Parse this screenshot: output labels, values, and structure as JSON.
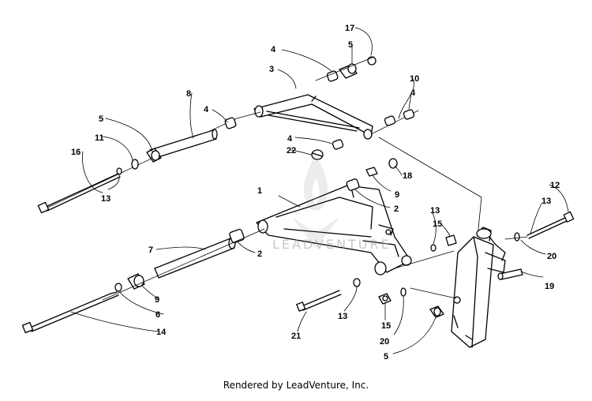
{
  "diagram": {
    "parts": [
      "1",
      "2",
      "2",
      "3",
      "4",
      "4",
      "4",
      "4",
      "5",
      "5",
      "5",
      "6",
      "7",
      "8",
      "9",
      "9",
      "10",
      "11",
      "12",
      "13",
      "13",
      "13",
      "13",
      "14",
      "15",
      "15",
      "16",
      "17",
      "18",
      "19",
      "20",
      "20",
      "21",
      "22"
    ]
  },
  "watermark": {
    "text": "LEADVENTURE"
  },
  "footer": {
    "credit": "Rendered by LeadVenture, Inc."
  },
  "colors": {
    "line": "#000000",
    "background": "#ffffff"
  }
}
